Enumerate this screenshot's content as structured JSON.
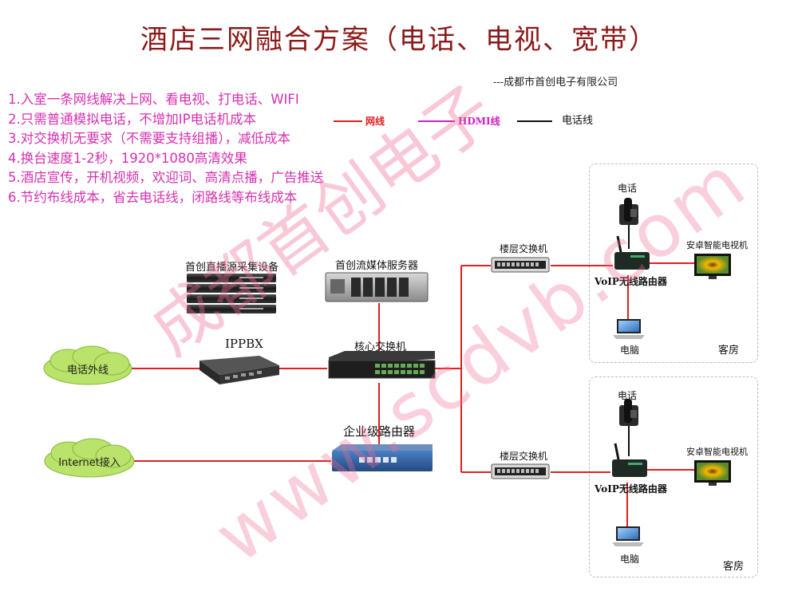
{
  "title": "酒店三网融合方案（电话、电视、宽带）",
  "company": "---成都市首创电子有限公司",
  "features": [
    "1.入室一条网线解决上网、看电视、打电话、WIFI",
    "2.只需普通模拟电话，不增加IP电话机成本",
    "3.对交换机无要求（不需要支持组播），减低成本",
    "4.换台速度1-2秒，1920*1080高清效果",
    "5.酒店宣传，开机视频，欢迎词、高清点播，广告推送",
    "6.节约布线成本，省去电话线，闭路线等布线成本"
  ],
  "legend": {
    "network": "网线",
    "hdmi": "HDMI线",
    "phone": "电话线"
  },
  "colors": {
    "network": "#e02020",
    "hdmi": "#d020c0",
    "phone": "#111111",
    "title": "#8b1a1a",
    "features": "#d630b0",
    "cloud": "#b9e36a"
  },
  "devices": {
    "live_capture": "首创直播源采集设备",
    "media_server": "首创流媒体服务器",
    "ippbx": "IPPBX",
    "core_switch": "核心交换机",
    "enterprise_router": "企业级路由器",
    "phone_external": "电话外线",
    "internet": "Internet接入"
  },
  "rooms": [
    {
      "floor_switch": "楼层交换机",
      "phone": "电话",
      "router": "VoIP无线路由器",
      "tv": "安卓智能电视机",
      "pc": "电脑",
      "room": "客房"
    },
    {
      "floor_switch": "楼层交换机",
      "phone": "电话",
      "router": "VoIP无线路由器",
      "tv": "安卓智能电视机",
      "pc": "电脑",
      "room": "客房"
    }
  ],
  "watermark": {
    "name": "成都首创电子",
    "url": "www.scdvb.com"
  }
}
